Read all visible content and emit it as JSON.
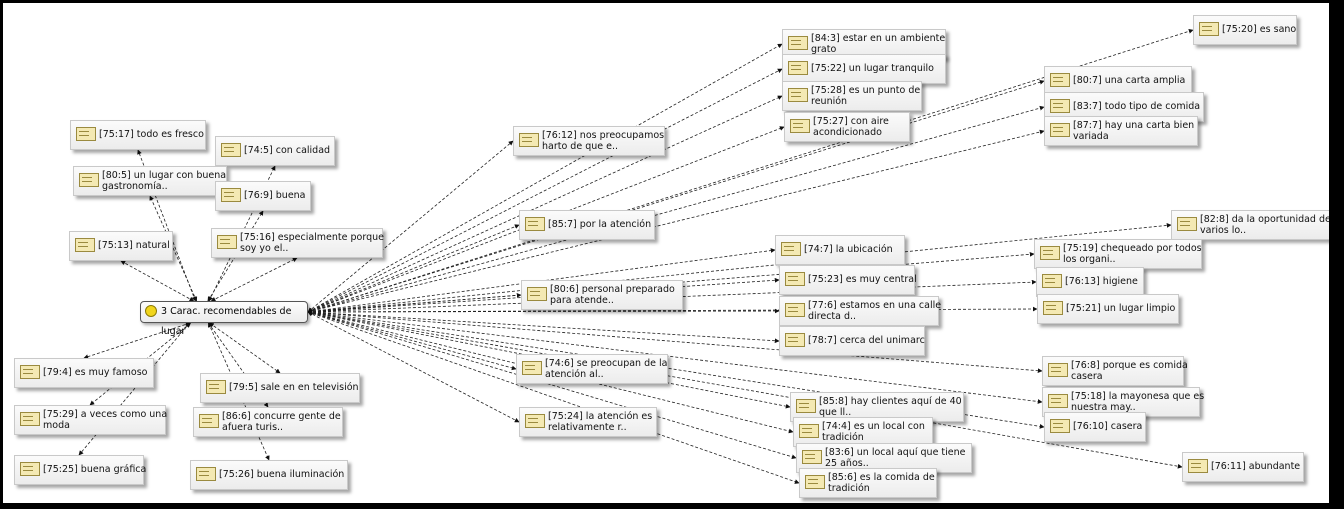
{
  "center": "3 Carac. recomendables de lugar",
  "nodes": [
    {
      "id": "n01",
      "l1": "[75:20] es sano",
      "l2": ""
    },
    {
      "id": "n02",
      "l1": "[84:3] estar en un ambiente",
      "l2": "grato"
    },
    {
      "id": "n03",
      "l1": "[75:22] un lugar tranquilo",
      "l2": ""
    },
    {
      "id": "n04",
      "l1": "[80:7] una carta amplia",
      "l2": ""
    },
    {
      "id": "n05",
      "l1": "[75:28] es un punto de",
      "l2": "reunión"
    },
    {
      "id": "n06",
      "l1": "[83:7] todo tipo de comida",
      "l2": ""
    },
    {
      "id": "n07",
      "l1": "[75:27] con aire",
      "l2": "acondicionado"
    },
    {
      "id": "n08",
      "l1": "[87:7] hay una carta bien",
      "l2": "variada"
    },
    {
      "id": "n09",
      "l1": "[76:12] nos preocupamos",
      "l2": "harto de que e.."
    },
    {
      "id": "n10",
      "l1": "[75:17] todo es fresco",
      "l2": ""
    },
    {
      "id": "n11",
      "l1": "[74:5] con calidad",
      "l2": ""
    },
    {
      "id": "n12",
      "l1": "[80:5] un lugar con buena",
      "l2": "gastronomía.."
    },
    {
      "id": "n13",
      "l1": "[76:9] buena",
      "l2": ""
    },
    {
      "id": "n14",
      "l1": "[82:8] da la oportunidad de",
      "l2": "varios lo.."
    },
    {
      "id": "n15",
      "l1": "[85:7] por la atención",
      "l2": ""
    },
    {
      "id": "n16",
      "l1": "[75:16] especialmente porque",
      "l2": "soy yo el.."
    },
    {
      "id": "n17",
      "l1": "[75:13] natural",
      "l2": ""
    },
    {
      "id": "n18",
      "l1": "[74:7] la ubicación",
      "l2": ""
    },
    {
      "id": "n19",
      "l1": "[75:19] chequeado por todos",
      "l2": "los organi.."
    },
    {
      "id": "n20",
      "l1": "[75:23] es muy central",
      "l2": ""
    },
    {
      "id": "n21",
      "l1": "[76:13] higiene",
      "l2": ""
    },
    {
      "id": "n22",
      "l1": "[80:6] personal preparado",
      "l2": "para atende.."
    },
    {
      "id": "n23",
      "l1": "[75:21] un lugar limpio",
      "l2": ""
    },
    {
      "id": "n24",
      "l1": "[77:6] estamos en una calle",
      "l2": "directa d.."
    },
    {
      "id": "n25",
      "l1": "[78:7] cerca del unimarc",
      "l2": ""
    },
    {
      "id": "n26",
      "l1": "[74:6] se preocupan de la",
      "l2": "atención al.."
    },
    {
      "id": "n27",
      "l1": "[76:8] porque es comida",
      "l2": "casera"
    },
    {
      "id": "n28",
      "l1": "[79:4] es muy famoso",
      "l2": ""
    },
    {
      "id": "n29",
      "l1": "[79:5] sale en en televisión",
      "l2": ""
    },
    {
      "id": "n30",
      "l1": "[75:18] la mayonesa que es",
      "l2": "nuestra may.."
    },
    {
      "id": "n31",
      "l1": "[85:8] hay clientes aquí de 40",
      "l2": "que ll.."
    },
    {
      "id": "n32",
      "l1": "[75:29] a veces como una",
      "l2": "moda"
    },
    {
      "id": "n33",
      "l1": "[86:6] concurre gente de",
      "l2": "afuera turis.."
    },
    {
      "id": "n34",
      "l1": "[75:24] la atención es",
      "l2": "relativamente r.."
    },
    {
      "id": "n35",
      "l1": "[74:4] es un local con",
      "l2": "tradición"
    },
    {
      "id": "n36",
      "l1": "[76:10] casera",
      "l2": ""
    },
    {
      "id": "n37",
      "l1": "[83:6] un local aquí que tiene",
      "l2": "25 años.."
    },
    {
      "id": "n38",
      "l1": "[76:11] abundante",
      "l2": ""
    },
    {
      "id": "n39",
      "l1": "[75:25] buena gráfica",
      "l2": ""
    },
    {
      "id": "n40",
      "l1": "[75:26] buena iluminación",
      "l2": ""
    },
    {
      "id": "n41",
      "l1": "[85:6] es la comida de",
      "l2": "tradición"
    }
  ]
}
